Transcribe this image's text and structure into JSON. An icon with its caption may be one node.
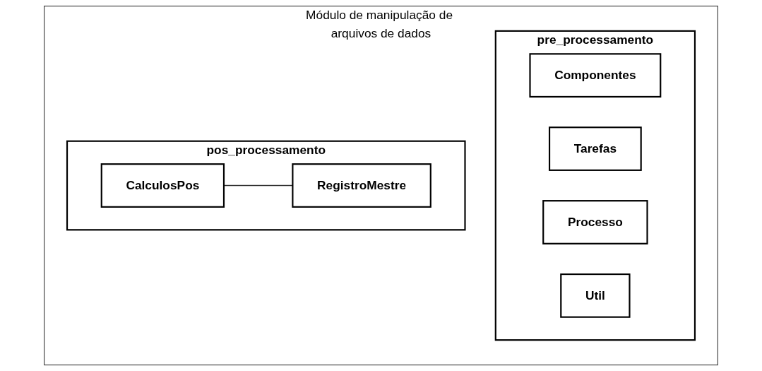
{
  "diagram": {
    "nodes": [
      {
        "text": [
          "Módulo de manipulação de arquivos de dados"
        ]
      },
      {
        "text": [
          "pre_processamento"
        ],
        "in": 0
      },
      {
        "text": [
          "Componentes"
        ],
        "in": 1
      },
      {
        "text": [
          "Tarefas"
        ],
        "in": 1
      },
      {
        "text": [
          "Processo"
        ],
        "in": 1
      },
      {
        "text": [
          "Util"
        ],
        "in": 1
      },
      {
        "text": [
          "pos_processamento"
        ],
        "in": 0
      },
      {
        "text": [
          "CalculosPos"
        ],
        "in": 6
      },
      {
        "text": [
          "RegistroMestre"
        ],
        "in": 6
      }
    ],
    "edges": [
      {
        "from": 7,
        "to": 8,
        "arrow": "none"
      }
    ]
  }
}
